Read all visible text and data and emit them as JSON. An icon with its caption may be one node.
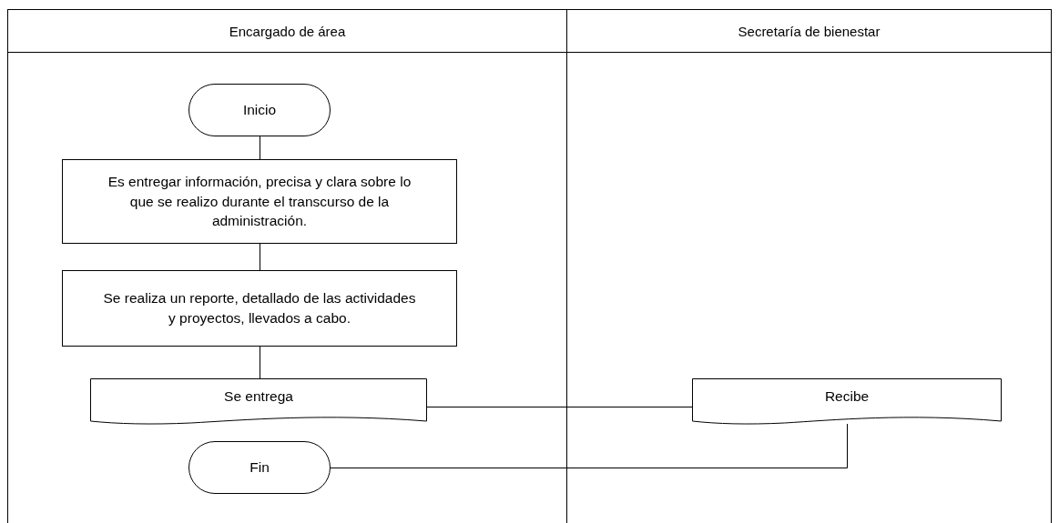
{
  "diagram": {
    "nodes": [
      {
        "text": [
          "Encargado de área"
        ]
      },
      {
        "text": [
          "Secretaría de bienestar"
        ]
      },
      {
        "text": [
          "Inicio"
        ],
        "in": 0
      },
      {
        "text": [
          "Es entregar información, precisa y clara sobre lo que se realizo durante el transcurso de la administración."
        ],
        "in": 0
      },
      {
        "text": [
          "Se realiza un reporte, detallado de las actividades y proyectos, llevados a cabo."
        ],
        "in": 0
      },
      {
        "text": [
          "Se entrega"
        ],
        "in": 0
      },
      {
        "text": [
          "Recibe"
        ],
        "in": 1
      },
      {
        "text": [
          "Fin"
        ],
        "in": 0
      }
    ],
    "edges": [
      {
        "from": 2,
        "to": 3,
        "arrow": "none"
      },
      {
        "from": 3,
        "to": 4,
        "arrow": "none"
      },
      {
        "from": 4,
        "to": 5,
        "arrow": "none"
      },
      {
        "from": 5,
        "to": 6,
        "arrow": "none"
      },
      {
        "from": 6,
        "to": 7,
        "arrow": "none"
      }
    ]
  }
}
